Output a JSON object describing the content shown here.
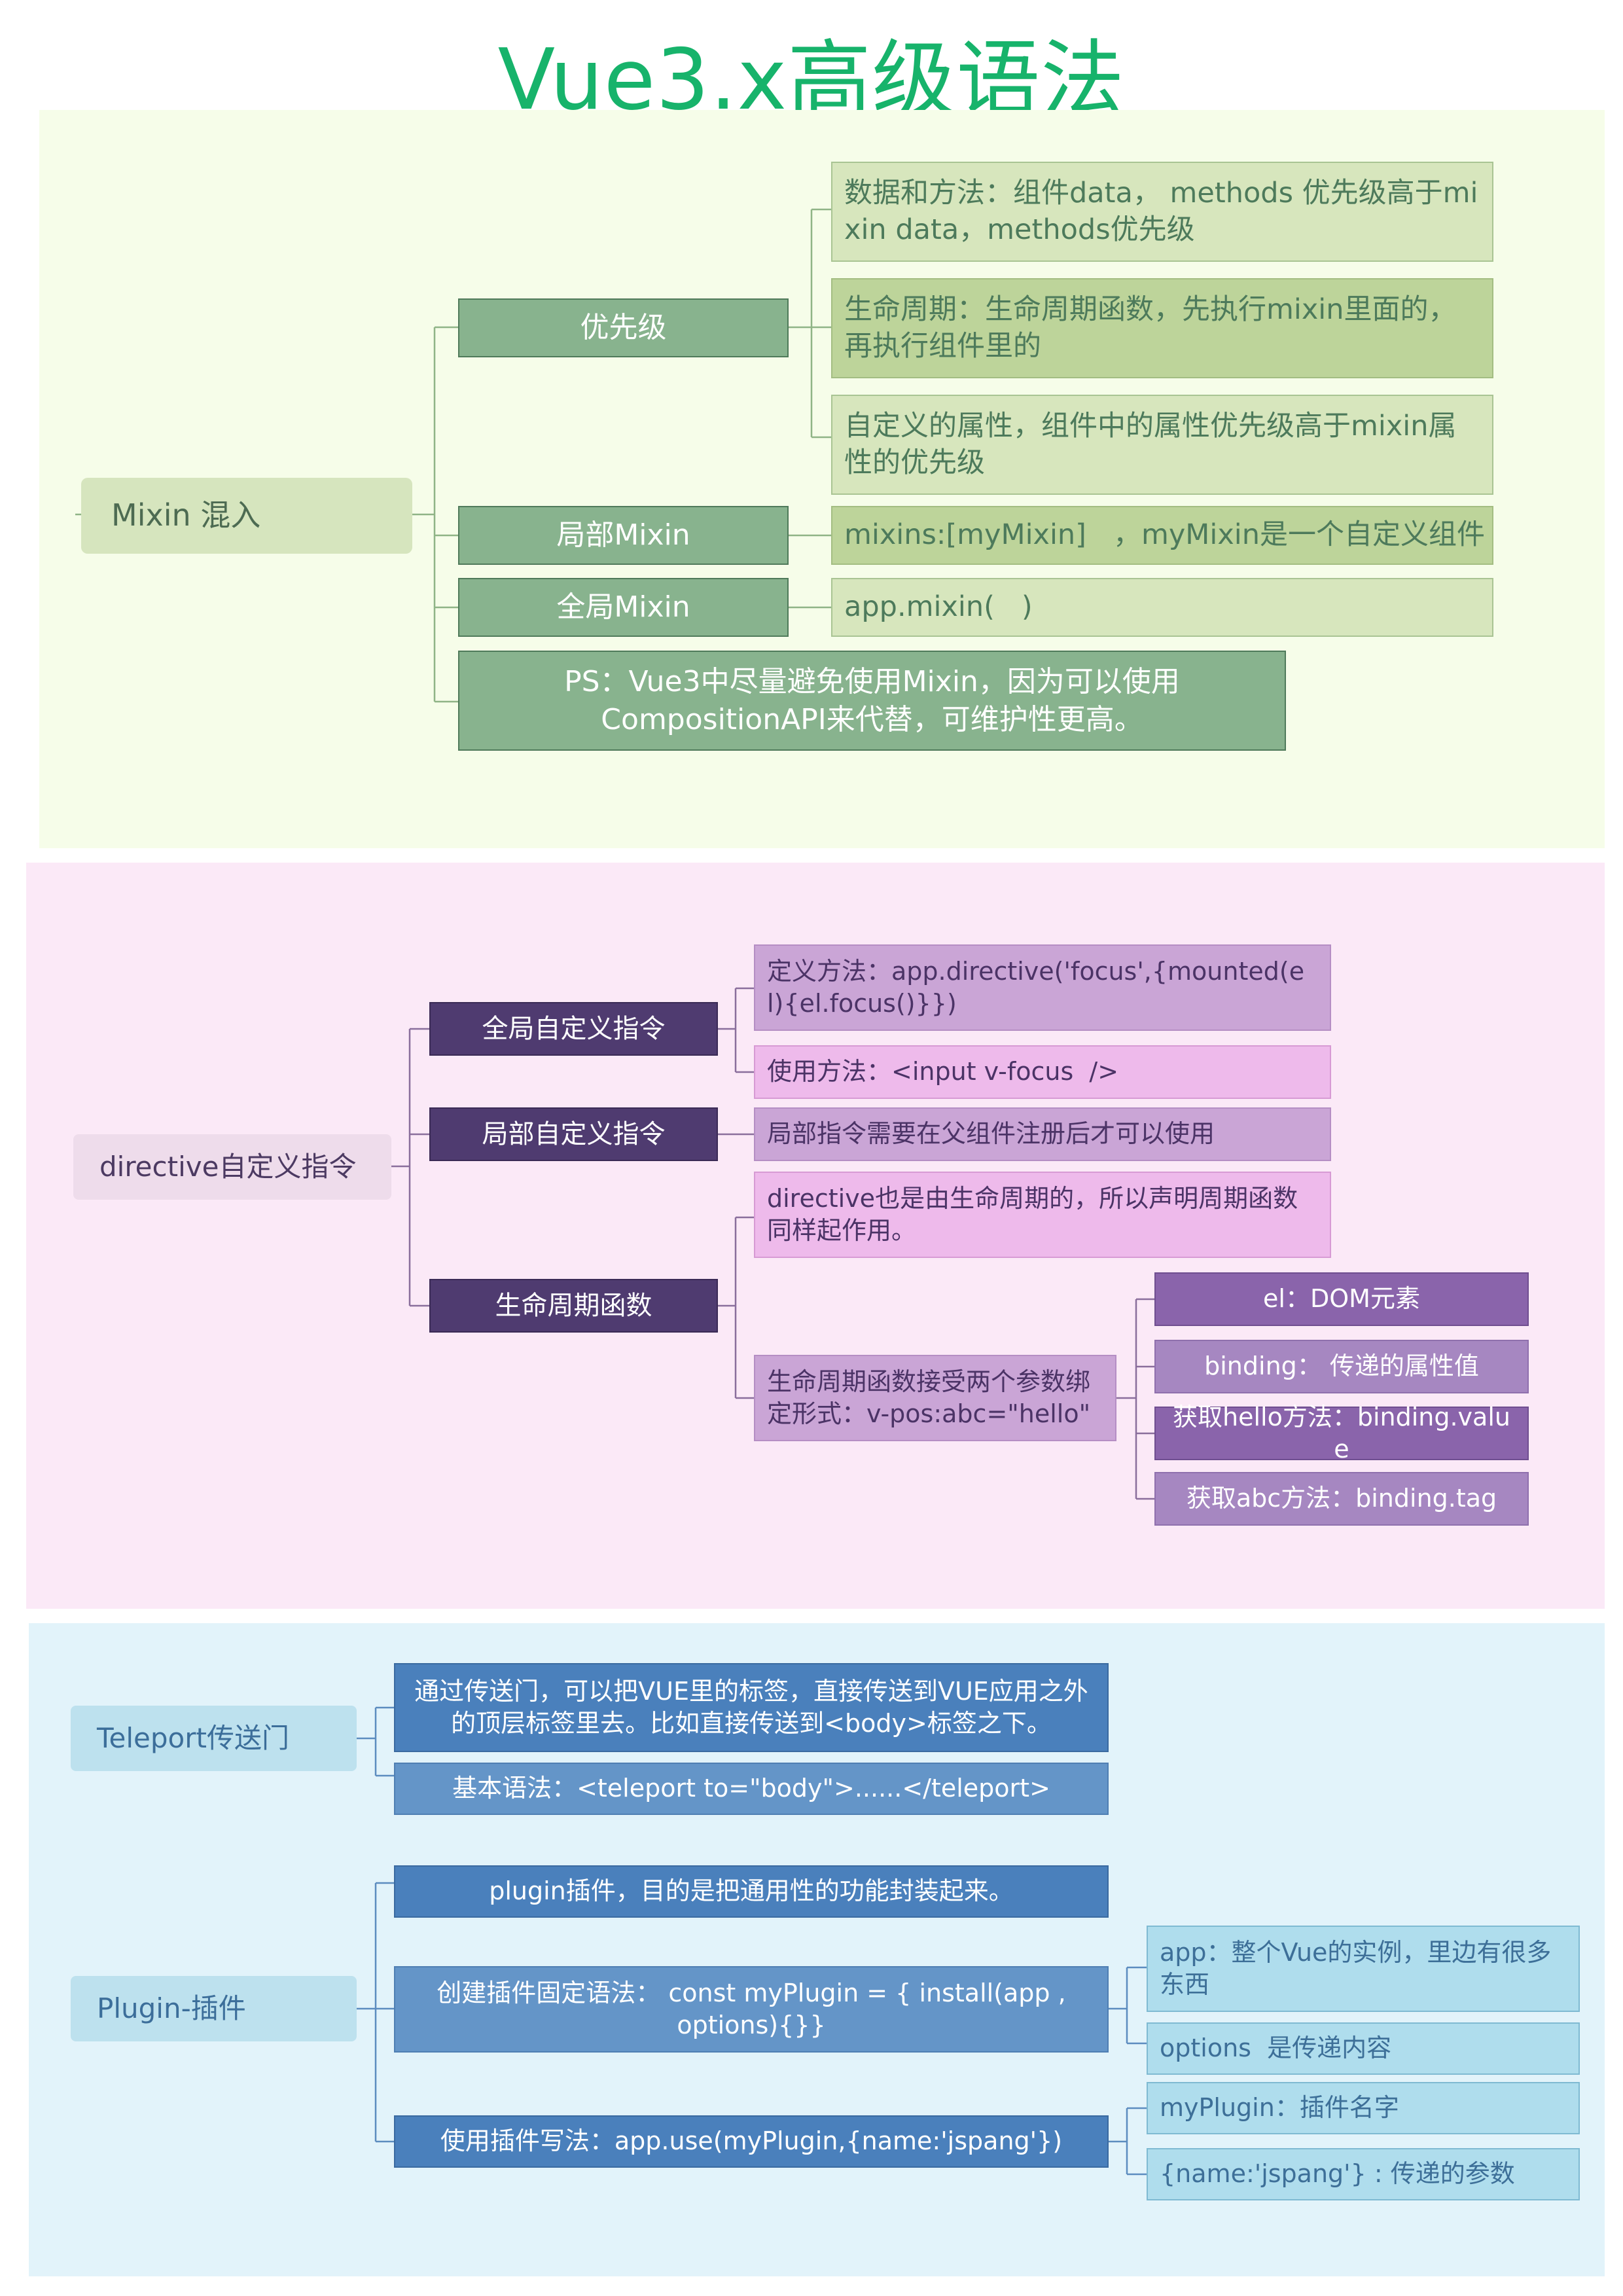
{
  "title": "Vue3.x高级语法",
  "colors": {
    "title": "#17b36b",
    "mixin_panel": "#f6fde9",
    "directive_panel": "#fbe9f7",
    "plugin_panel": "#e2f3fa"
  },
  "mixin": {
    "root": "Mixin 混入",
    "priority": {
      "label": "优先级",
      "children": [
        "数据和方法：组件data， methods 优先级高于mixin data，methods优先级",
        "生命周期：生命周期函数，先执行mixin里面的，再执行组件里的",
        "自定义的属性，组件中的属性优先级高于mixin属性的优先级"
      ]
    },
    "local": {
      "label": "局部Mixin",
      "child": "mixins:[myMixin]   ，myMixin是一个自定义组件"
    },
    "global": {
      "label": "全局Mixin",
      "child": "app.mixin(   )"
    },
    "ps": "PS：Vue3中尽量避免使用Mixin，因为可以使用CompositionAPI来代替，可维护性更高。"
  },
  "directive": {
    "root": "directive自定义指令",
    "global": {
      "label": "全局自定义指令",
      "children": [
        "定义方法：app.directive('focus',{mounted(el){el.focus()}})",
        "使用方法：<input v-focus  />"
      ]
    },
    "local": {
      "label": "局部自定义指令",
      "child": "局部指令需要在父组件注册后才可以使用"
    },
    "lifecycle": {
      "label": "生命周期函数",
      "children": [
        "directive也是由生命周期的，所以声明周期函数同样起作用。",
        "生命周期函数接受两个参数绑定形式：v-pos:abc=\"hello\""
      ],
      "params": [
        "el：DOM元素",
        "binding： 传递的属性值",
        "获取hello方法：binding.value",
        "获取abc方法：binding.tag"
      ]
    }
  },
  "teleport": {
    "root": "Teleport传送门",
    "children": [
      "通过传送门，可以把VUE里的标签，直接传送到VUE应用之外的顶层标签里去。比如直接传送到<body>标签之下。",
      "基本语法：<teleport to=\"body\">......</teleport>"
    ]
  },
  "plugin": {
    "root": "Plugin-插件",
    "purpose": "plugin插件，目的是把通用性的功能封装起来。",
    "syntax": {
      "label": "创建插件固定语法： const myPlugin =  { install(app , options){}}",
      "children": [
        "app：整个Vue的实例，里边有很多东西",
        "options  是传递内容"
      ]
    },
    "usage": {
      "label": "使用插件写法：app.use(myPlugin,{name:'jspang'})",
      "children": [
        "myPlugin：插件名字",
        "{name:'jspang'} : 传递的参数"
      ]
    }
  }
}
